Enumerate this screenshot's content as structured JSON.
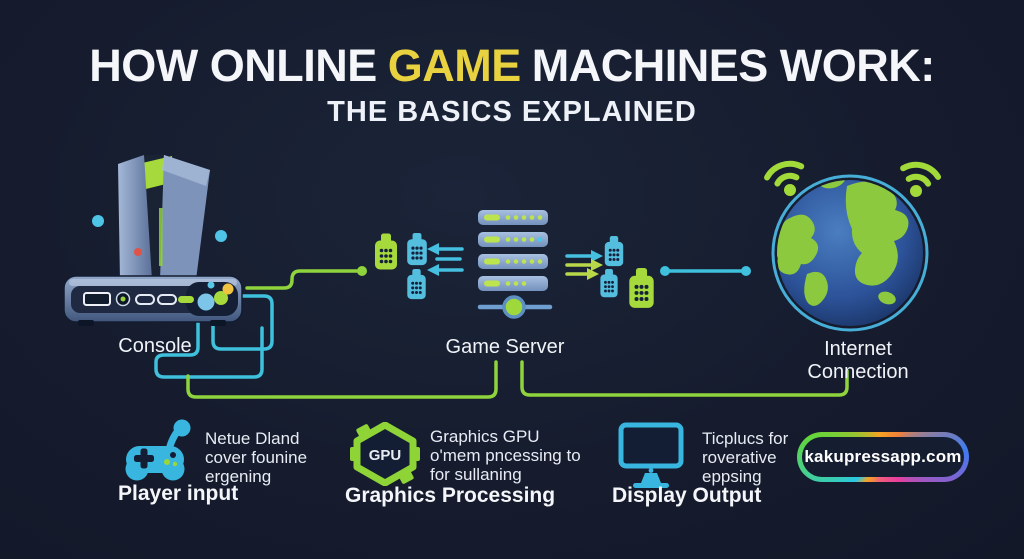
{
  "title": {
    "pre": "HOW ONLINE",
    "highlight": "GAME",
    "post": "MACHINES WORK:",
    "subtitle": "THE BASICS EXPLAINED"
  },
  "diagram": {
    "nodes": [
      {
        "id": "console",
        "label": "Console"
      },
      {
        "id": "game-server",
        "label": "Game Server"
      },
      {
        "id": "internet",
        "label": "Internet Connection"
      }
    ],
    "icons": [
      "console-icon",
      "server-rack-icon",
      "globe-icon",
      "wifi-icon",
      "data-packet-icon",
      "arrow-icon"
    ]
  },
  "features": [
    {
      "icon": "gamepad-icon",
      "lines": [
        "Netue Dland",
        "cover founine",
        "ergening"
      ],
      "caption": "Player input"
    },
    {
      "icon": "gpu-chip-icon",
      "badge": "GPU",
      "lines": [
        "Graphics GPU",
        "o'mem pncessing to",
        "for sullaning"
      ],
      "caption": "Graphics Processing"
    },
    {
      "icon": "monitor-icon",
      "lines": [
        "Ticplucs for",
        "roverative",
        "eppsing"
      ],
      "caption": "Display Output"
    }
  ],
  "footer_badge": {
    "label": "kakupressapp.com"
  },
  "colors": {
    "background": "#161c2e",
    "title_highlight": "#e8d23f",
    "accent_green": "#9cd636",
    "accent_cyan": "#3fc0dc",
    "packet_blue": "#54bede",
    "server_bar": "#92abd2",
    "globe_ocean": "#2f5fa4",
    "globe_land": "#8cc93e",
    "dot_red": "#e05348",
    "button_yellow": "#f0c341"
  }
}
